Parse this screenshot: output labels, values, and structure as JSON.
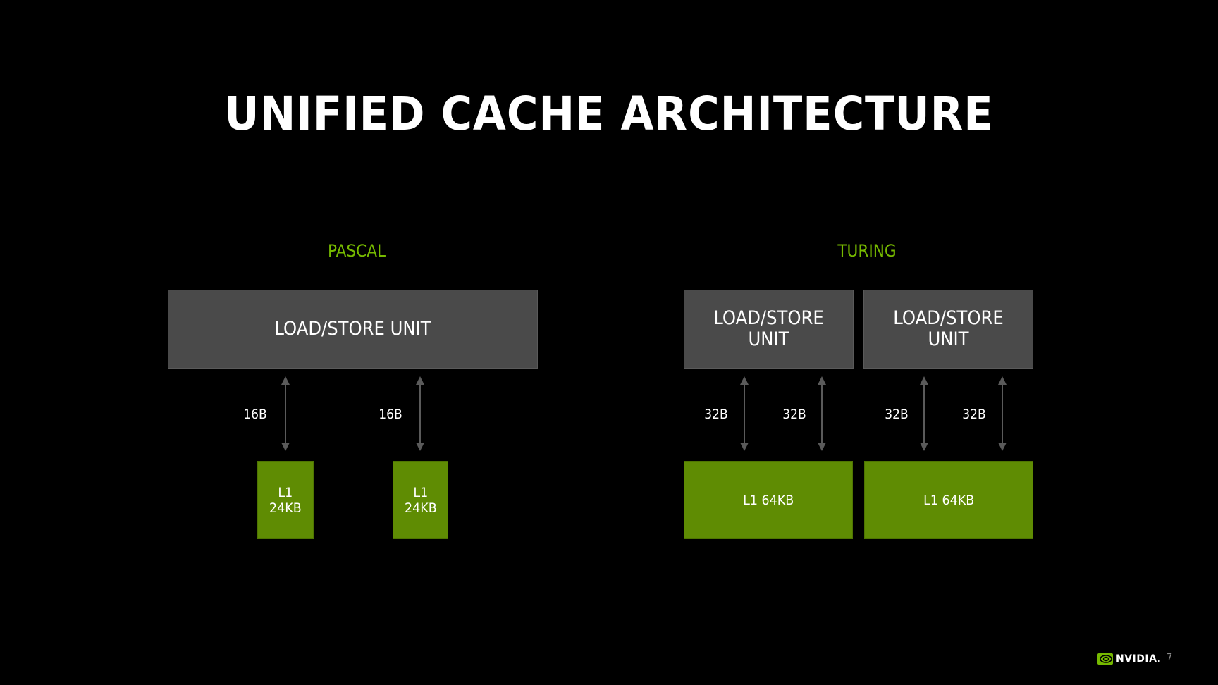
{
  "slide": {
    "title": "UNIFIED CACHE ARCHITECTURE",
    "page_number": "7",
    "brand": "NVIDIA.",
    "accent_color": "#76b900",
    "unit_color": "#4a4a4a",
    "cache_color": "#5f8c03"
  },
  "pascal": {
    "label": "PASCAL",
    "load_store_units": [
      {
        "label": "LOAD/STORE UNIT"
      }
    ],
    "links": [
      {
        "bandwidth": "16B"
      },
      {
        "bandwidth": "16B"
      }
    ],
    "l1_caches": [
      {
        "label": "L1\n24KB"
      },
      {
        "label": "L1\n24KB"
      }
    ]
  },
  "turing": {
    "label": "TURING",
    "load_store_units": [
      {
        "label": "LOAD/STORE UNIT"
      },
      {
        "label": "LOAD/STORE UNIT"
      }
    ],
    "links": [
      {
        "bandwidth": "32B"
      },
      {
        "bandwidth": "32B"
      },
      {
        "bandwidth": "32B"
      },
      {
        "bandwidth": "32B"
      }
    ],
    "l1_caches": [
      {
        "label": "L1 64KB"
      },
      {
        "label": "L1 64KB"
      }
    ]
  }
}
